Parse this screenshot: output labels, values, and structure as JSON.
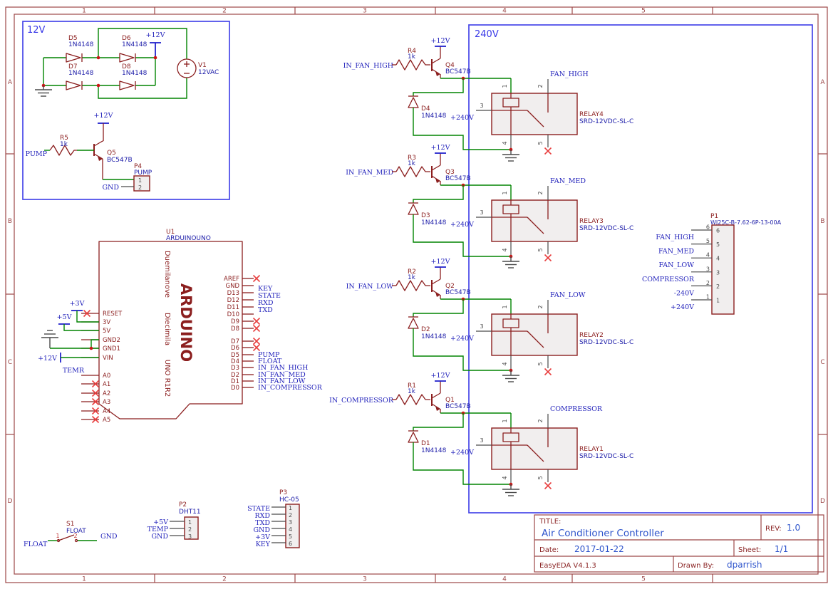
{
  "frame": {
    "columns": [
      "1",
      "2",
      "3",
      "4",
      "5"
    ],
    "rows": [
      "A",
      "B",
      "C",
      "D"
    ]
  },
  "title_block": {
    "title_label": "TITLE:",
    "title": "Air Conditioner Controller",
    "rev_label": "REV:",
    "rev": "1.0",
    "date_label": "Date:",
    "date": "2017-01-22",
    "sheet_label": "Sheet:",
    "sheet": "1/1",
    "tool": "EasyEDA V4.1.3",
    "drawn_by_label": "Drawn By:",
    "drawn_by": "dparrish"
  },
  "regions": {
    "low_voltage": "12V",
    "mains": "240V"
  },
  "power_supply": {
    "rail": "+12V",
    "bridge_diodes": [
      {
        "ref": "D5",
        "value": "1N4148"
      },
      {
        "ref": "D6",
        "value": "1N4148"
      },
      {
        "ref": "D7",
        "value": "1N4148"
      },
      {
        "ref": "D8",
        "value": "1N4148"
      }
    ],
    "source": {
      "ref": "V1",
      "value": "12VAC"
    }
  },
  "pump_driver": {
    "input_net": "PUMP",
    "rail": "+12V",
    "resistor": {
      "ref": "R5",
      "value": "1k"
    },
    "transistor": {
      "ref": "Q5",
      "value": "BC547B"
    },
    "connector": {
      "ref": "P4",
      "value": "PUMP",
      "pins": [
        "1",
        "2"
      ],
      "gnd_net": "GND"
    }
  },
  "arduino": {
    "ref": "U1",
    "value": "ARDUINOUNO",
    "body_texts": [
      "Duemilanove",
      "ARDUINO",
      "Diecimila",
      "UNO R1R2"
    ],
    "left_nets": {
      "v3": "+3V",
      "v5": "+5V",
      "v12": "+12V",
      "temp": "TEMR"
    },
    "left_pins": [
      {
        "name": "RESET",
        "nc": true
      },
      {
        "name": "3V"
      },
      {
        "name": "5V"
      },
      {
        "name": "GND2"
      },
      {
        "name": "GND1"
      },
      {
        "name": "VIN"
      },
      {
        "name": "A0"
      },
      {
        "name": "A1",
        "nc": true
      },
      {
        "name": "A2",
        "nc": true
      },
      {
        "name": "A3",
        "nc": true
      },
      {
        "name": "A4",
        "nc": true
      },
      {
        "name": "A5",
        "nc": true
      }
    ],
    "right_pins": [
      {
        "name": "AREF",
        "nc": true
      },
      {
        "name": "GND"
      },
      {
        "name": "D13",
        "net": "KEY"
      },
      {
        "name": "D12",
        "net": "STATE"
      },
      {
        "name": "D11",
        "net": "RXD"
      },
      {
        "name": "D10",
        "net": "TXD"
      },
      {
        "name": "D9",
        "nc": true
      },
      {
        "name": "D8",
        "nc": true
      },
      {
        "name": "D7",
        "nc": true
      },
      {
        "name": "D6",
        "nc": true
      },
      {
        "name": "D5",
        "net": "PUMP"
      },
      {
        "name": "D4",
        "net": "FLOAT"
      },
      {
        "name": "D3",
        "net": "IN_FAN_HIGH"
      },
      {
        "name": "D2",
        "net": "IN_FAN_MED"
      },
      {
        "name": "D1",
        "net": "IN_FAN_LOW"
      },
      {
        "name": "D0",
        "net": "IN_COMPRESSOR"
      }
    ]
  },
  "relay_channels": [
    {
      "input_net": "IN_FAN_HIGH",
      "rail": "+12V",
      "mains_net": "+240V",
      "output_net": "FAN_HIGH",
      "resistor": {
        "ref": "R4",
        "value": "1k"
      },
      "transistor": {
        "ref": "Q4",
        "value": "BC547B"
      },
      "diode": {
        "ref": "D4",
        "value": "1N4148"
      },
      "relay": {
        "ref": "RELAY4",
        "value": "SRD-12VDC-SL-C"
      },
      "pins": [
        "1",
        "2",
        "3",
        "4",
        "5"
      ]
    },
    {
      "input_net": "IN_FAN_MED",
      "rail": "+12V",
      "mains_net": "+240V",
      "output_net": "FAN_MED",
      "resistor": {
        "ref": "R3",
        "value": "1k"
      },
      "transistor": {
        "ref": "Q3",
        "value": "BC547B"
      },
      "diode": {
        "ref": "D3",
        "value": "1N4148"
      },
      "relay": {
        "ref": "RELAY3",
        "value": "SRD-12VDC-SL-C"
      },
      "pins": [
        "1",
        "2",
        "3",
        "4",
        "5"
      ]
    },
    {
      "input_net": "IN_FAN_LOW",
      "rail": "+12V",
      "mains_net": "+240V",
      "output_net": "FAN_LOW",
      "resistor": {
        "ref": "R2",
        "value": "1k"
      },
      "transistor": {
        "ref": "Q2",
        "value": "BC547B"
      },
      "diode": {
        "ref": "D2",
        "value": "1N4148"
      },
      "relay": {
        "ref": "RELAY2",
        "value": "SRD-12VDC-SL-C"
      },
      "pins": [
        "1",
        "2",
        "3",
        "4",
        "5"
      ]
    },
    {
      "input_net": "IN_COMPRESSOR",
      "rail": "+12V",
      "mains_net": "+240V",
      "output_net": "COMPRESSOR",
      "resistor": {
        "ref": "R1",
        "value": "1k"
      },
      "transistor": {
        "ref": "Q1",
        "value": "BC547B"
      },
      "diode": {
        "ref": "D1",
        "value": "1N4148"
      },
      "relay": {
        "ref": "RELAY1",
        "value": "SRD-12VDC-SL-C"
      },
      "pins": [
        "1",
        "2",
        "3",
        "4",
        "5"
      ]
    }
  ],
  "output_connector": {
    "ref": "P1",
    "value": "WJ25C-B-7.62-6P-13-00A",
    "pins": [
      {
        "num": "6",
        "net": "FAN_HIGH"
      },
      {
        "num": "5",
        "net": "FAN_MED"
      },
      {
        "num": "4",
        "net": "FAN_LOW"
      },
      {
        "num": "3",
        "net": "COMPRESSOR"
      },
      {
        "num": "2",
        "net": "-240V"
      },
      {
        "num": "1",
        "net": "+240V"
      }
    ]
  },
  "float_switch": {
    "ref": "S1",
    "value": "FLOAT",
    "left_net": "FLOAT",
    "right_net": "GND",
    "pins": [
      "1",
      "2"
    ]
  },
  "dht_connector": {
    "ref": "P2",
    "value": "DHT11",
    "pins": [
      {
        "num": "1",
        "net": "+5V"
      },
      {
        "num": "2",
        "net": "TEMP"
      },
      {
        "num": "3",
        "net": "GND"
      }
    ]
  },
  "bt_connector": {
    "ref": "P3",
    "value": "HC-05",
    "pins": [
      {
        "num": "1",
        "net": "STATE"
      },
      {
        "num": "2",
        "net": "RXD"
      },
      {
        "num": "3",
        "net": "TXD"
      },
      {
        "num": "4",
        "net": "GND"
      },
      {
        "num": "5",
        "net": "+3V"
      },
      {
        "num": "6",
        "net": "KEY"
      }
    ]
  },
  "colors": {
    "wire": "#008400",
    "component": "#8b1e1e",
    "value_text": "#1b1ba8",
    "net_label": "#2222bb",
    "region_box": "#4646e8",
    "frame": "#9c4848",
    "junction": "#cc1414",
    "no_connect": "#e84040",
    "title_text": "#2f55cc"
  }
}
